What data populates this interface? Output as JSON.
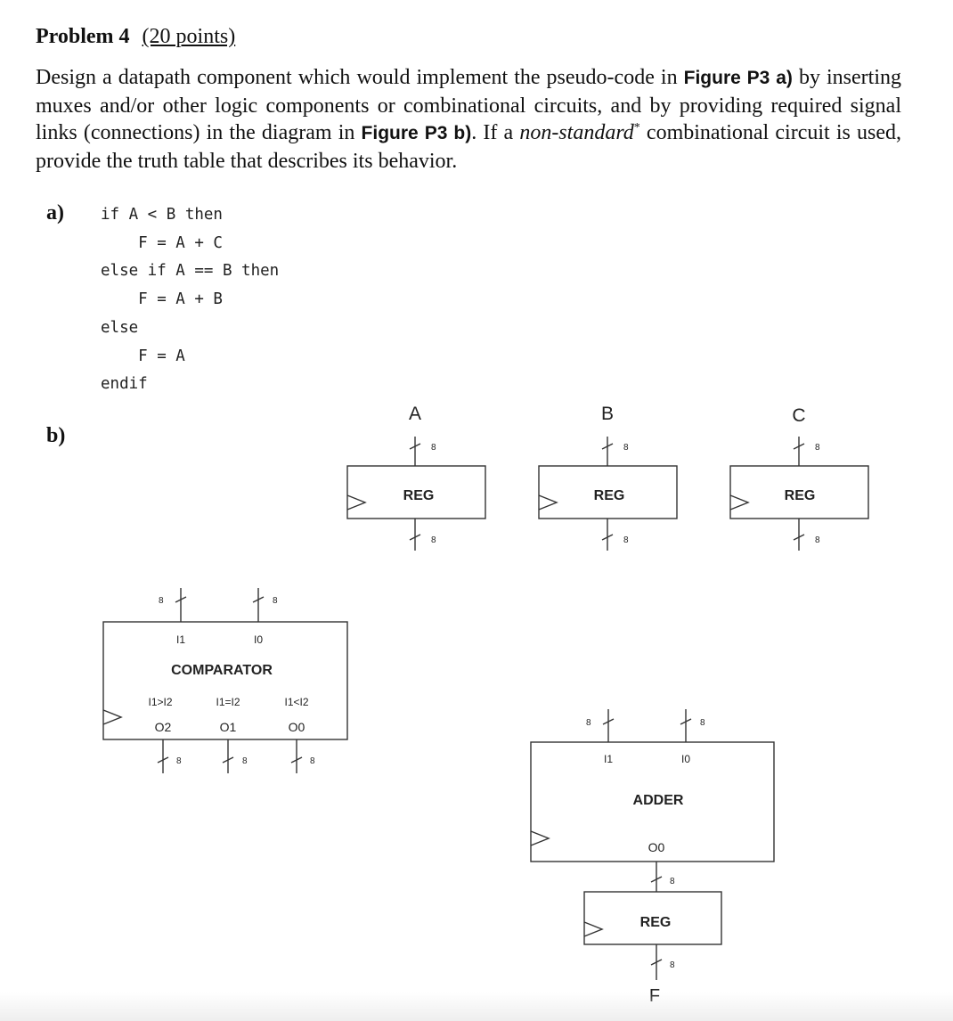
{
  "problem": {
    "title": "Problem 4",
    "points": "(20 points)",
    "text_1": "Design a datapath component which would implement the pseudo-code in ",
    "fig_a": "Figure P3 a)",
    "text_2": " by inserting muxes and/or other logic components or combinational circuits, and by providing required signal links (connections) in the diagram in ",
    "fig_b": "Figure P3 b)",
    "text_3": ". If a ",
    "nonstandard": "non-standard",
    "asterisk": "*",
    "text_4": " combinational circuit is used, provide the truth table that describes its behavior."
  },
  "part_a": {
    "label": "a)",
    "code": "if A < B then\n    F = A + C\nelse if A == B then\n    F = A + B\nelse\n    F = A\nendif"
  },
  "part_b": {
    "label": "b)",
    "registers": [
      {
        "input": "A",
        "label": "REG",
        "in_width": "8",
        "out_width": "8"
      },
      {
        "input": "B",
        "label": "REG",
        "in_width": "8",
        "out_width": "8"
      },
      {
        "input": "C",
        "label": "REG",
        "in_width": "8",
        "out_width": "8"
      }
    ],
    "comparator": {
      "label": "COMPARATOR",
      "inputs": [
        {
          "name": "I1",
          "width": "8"
        },
        {
          "name": "I0",
          "width": "8"
        }
      ],
      "outputs": [
        {
          "cond": "I1>I2",
          "name": "O2",
          "width": "8"
        },
        {
          "cond": "I1=I2",
          "name": "O1",
          "width": "8"
        },
        {
          "cond": "I1<I2",
          "name": "O0",
          "width": "8"
        }
      ]
    },
    "adder": {
      "label": "ADDER",
      "inputs": [
        {
          "name": "I1",
          "width": "8"
        },
        {
          "name": "I0",
          "width": "8"
        }
      ],
      "output": {
        "name": "O0",
        "width": "8"
      }
    },
    "output_reg": {
      "label": "REG",
      "in_width": "8",
      "out_width": "8",
      "output": "F"
    }
  }
}
